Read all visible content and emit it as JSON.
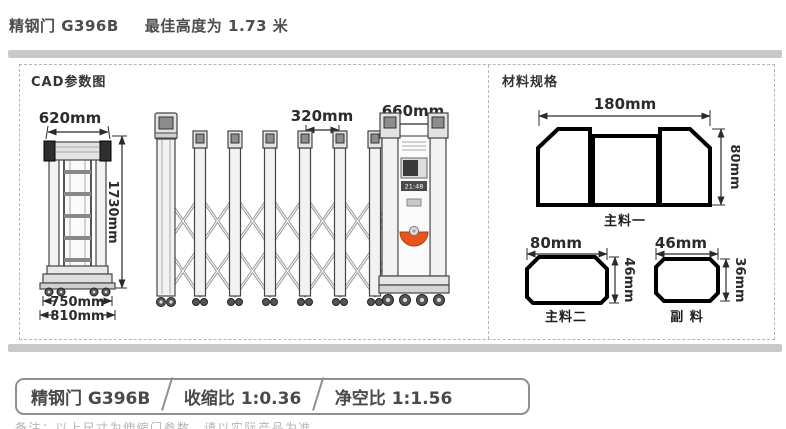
{
  "header": {
    "title": "精钢门 G396B",
    "subtitle": "最佳高度为 1.73 米"
  },
  "cad_panel": {
    "label": "CAD参数图",
    "side_view": {
      "top_width": "620mm",
      "height": "1730mm",
      "base_inner": "750mm",
      "base_outer": "810mm"
    },
    "front_view": {
      "unit_spacing": "320mm",
      "machine_width": "660mm",
      "display_time": "21:48"
    }
  },
  "material_panel": {
    "label": "材料规格",
    "profiles": [
      {
        "width": "180mm",
        "height": "80mm",
        "label": "主料一"
      },
      {
        "width": "80mm",
        "height": "46mm",
        "label": "主料二"
      },
      {
        "width": "46mm",
        "height": "36mm",
        "label": "副 料"
      }
    ]
  },
  "spec_bar": {
    "model": "精钢门 G396B",
    "shrink_ratio": "收缩比 1:0.36",
    "clearance_ratio": "净空比 1:1.56"
  },
  "footnote": "备注：以上尺寸为伸缩门参数，请以实际产品为准",
  "colors": {
    "accent_orange": "#e8541e",
    "bar_gray": "#c9c9c9",
    "dash_gray": "#b5b5b5",
    "text_dark": "#4a4a4a"
  }
}
